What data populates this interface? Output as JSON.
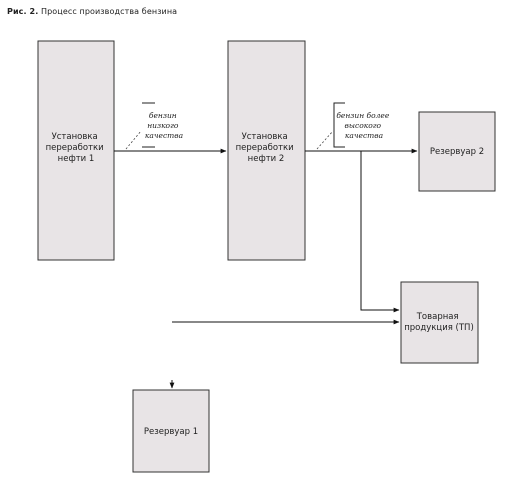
{
  "caption": {
    "prefix": "Рис. 2.",
    "title": "Процесс производства бензина"
  },
  "nodes": {
    "unit1": {
      "lines": [
        "Установка",
        "переработки",
        "нефти 1"
      ]
    },
    "unit2": {
      "lines": [
        "Установка",
        "переработки",
        "нефти 2"
      ]
    },
    "reservoir2": {
      "lines": [
        "Резервуар 2"
      ]
    },
    "commodity": {
      "lines": [
        "Товарная",
        "продукция (ТП)"
      ]
    },
    "reservoir1": {
      "lines": [
        "Резервуар 1"
      ]
    }
  },
  "annotations": {
    "low_quality": {
      "lines": [
        "бензин",
        "низкого",
        "качества"
      ]
    },
    "high_quality": {
      "lines": [
        "бензин более",
        "высокого",
        "качества"
      ]
    }
  }
}
